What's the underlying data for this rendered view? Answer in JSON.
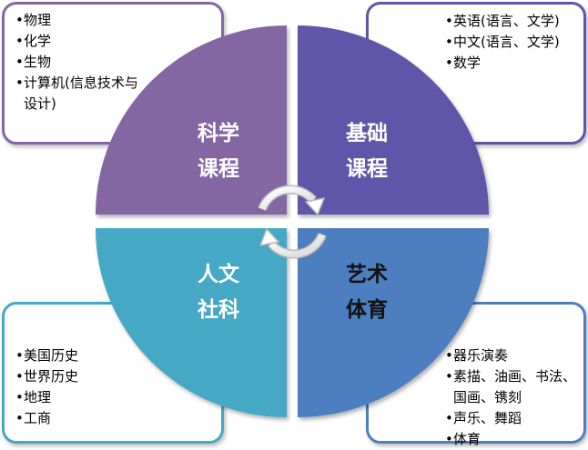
{
  "colors": {
    "science": "#8466a3",
    "foundation": "#5e56a9",
    "humanities": "#45a8c5",
    "arts": "#4d7fc0"
  },
  "quadrants": {
    "science": {
      "line1": "科学",
      "line2": "课程"
    },
    "foundation": {
      "line1": "基础",
      "line2": "课程"
    },
    "humanities": {
      "line1": "人文",
      "line2": "社科"
    },
    "arts": {
      "line1": "艺术",
      "line2": "体育"
    }
  },
  "boxes": {
    "science": {
      "items": [
        "物理",
        "化学",
        "生物",
        "计算机(信息技术与设计)"
      ]
    },
    "foundation": {
      "items": [
        "英语(语言、文学)",
        "中文(语言、文学)",
        "数学"
      ]
    },
    "humanities": {
      "items": [
        "美国历史",
        "世界历史",
        "地理",
        "工商"
      ]
    },
    "arts": {
      "items": [
        "器乐演奏",
        "素描、油画、书法、国画、镌刻",
        "声乐、舞蹈",
        "体育"
      ]
    }
  }
}
